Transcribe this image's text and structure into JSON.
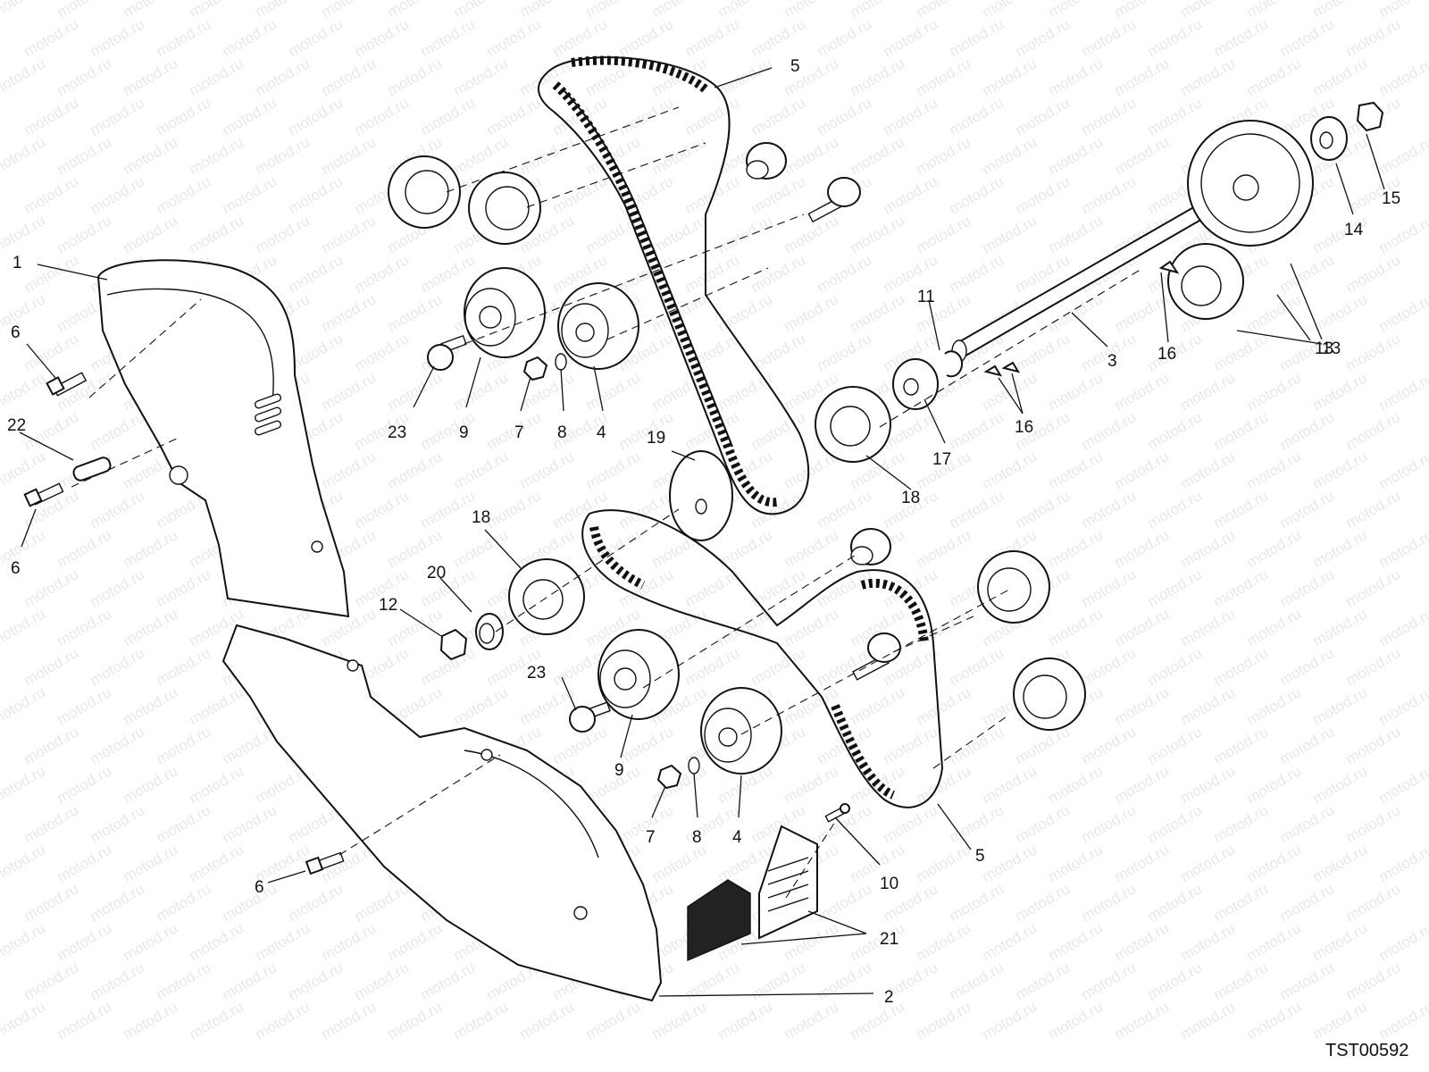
{
  "diagram": {
    "reference_code": "TST00592",
    "watermark_text": "motod.ru",
    "callouts": {
      "c1": "1",
      "c2": "2",
      "c3": "3",
      "c4a": "4",
      "c4b": "4",
      "c5a": "5",
      "c5b": "5",
      "c6a": "6",
      "c6b": "6",
      "c6c": "6",
      "c7a": "7",
      "c7b": "7",
      "c8a": "8",
      "c8b": "8",
      "c9a": "9",
      "c9b": "9",
      "c10": "10",
      "c11": "11",
      "c12": "12",
      "c13a": "13",
      "c13b": "13",
      "c14": "14",
      "c15": "15",
      "c16a": "16",
      "c16b": "16",
      "c17": "17",
      "c18a": "18",
      "c18b": "18",
      "c19": "19",
      "c20": "20",
      "c21": "21",
      "c22": "22",
      "c23a": "23",
      "c23b": "23"
    }
  }
}
